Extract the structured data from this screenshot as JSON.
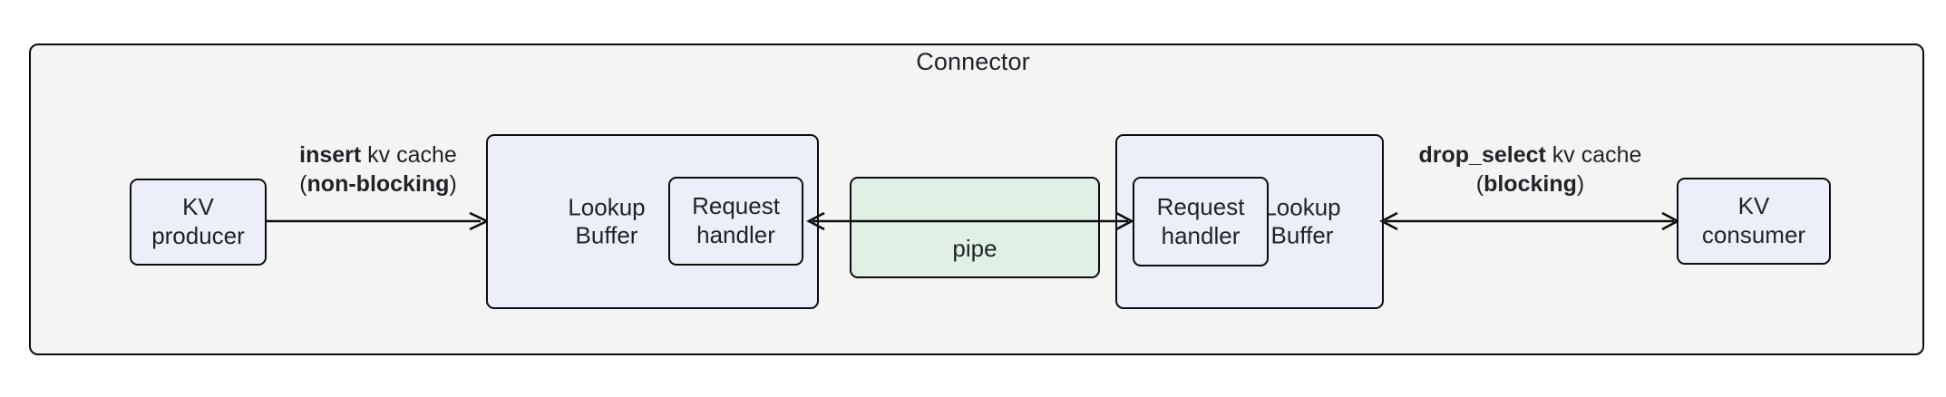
{
  "diagram": {
    "title": "Connector",
    "type": "block-diagram",
    "colors": {
      "container_fill": "#f4f4f4",
      "node_fill": "#eceff9",
      "pipe_fill": "#e1f0e4",
      "stroke": "#0b0d0f",
      "text": "#1f2328"
    },
    "nodes": {
      "kv_producer": "KV\nproducer",
      "kv_producer_line1": "KV",
      "kv_producer_line2": "producer",
      "lookup_buffer_left_line1": "Lookup",
      "lookup_buffer_left_line2": "Buffer",
      "request_handler_left_line1": "Request",
      "request_handler_left_line2": "handler",
      "pipe": "pipe",
      "request_handler_right_line1": "Request",
      "request_handler_right_line2": "handler",
      "lookup_buffer_right_line1": "Lookup",
      "lookup_buffer_right_line2": "Buffer",
      "kv_consumer_line1": "KV",
      "kv_consumer_line2": "consumer"
    },
    "edges": {
      "insert": {
        "op": "insert",
        "object": " kv cache",
        "mode_open": "(",
        "mode": "non-blocking",
        "mode_close": ")",
        "direction": "right"
      },
      "pipe_edge": {
        "direction": "bidirectional"
      },
      "drop_select": {
        "op": "drop_select",
        "object": " kv cache",
        "mode_open": "(",
        "mode": "blocking",
        "mode_close": ")",
        "direction": "bidirectional"
      }
    }
  }
}
